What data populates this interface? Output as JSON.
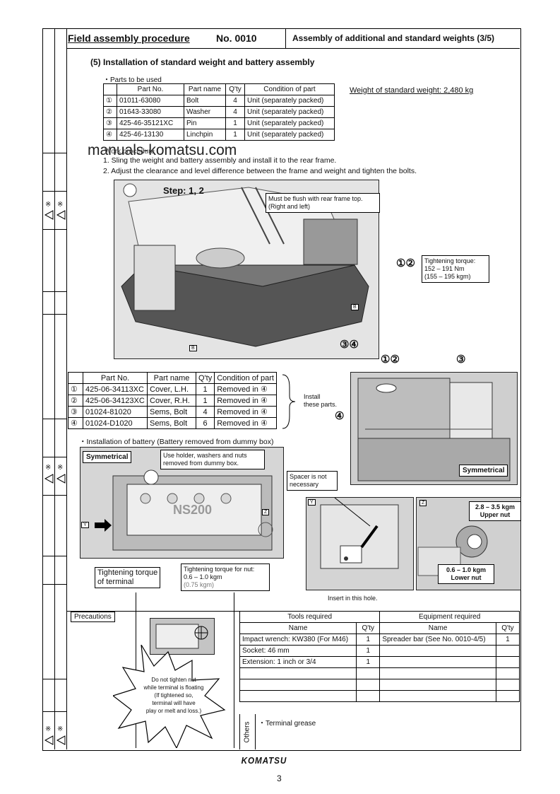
{
  "header": {
    "procedure": "Field assembly procedure",
    "number": "No. 0010",
    "subject": "Assembly of additional and standard weights (3/5)"
  },
  "section_title": "(5) Installation of standard weight and battery assembly",
  "parts_heading": "・Parts to be used",
  "parts_table": {
    "headers": [
      "",
      "Part No.",
      "Part name",
      "Q'ty",
      "Condition of part"
    ],
    "rows": [
      [
        "①",
        "01011-63080",
        "Bolt",
        "4",
        "Unit (separately packed)"
      ],
      [
        "②",
        "01643-33080",
        "Washer",
        "4",
        "Unit (separately packed)"
      ],
      [
        "③",
        "425-46-35121XC",
        "Pin",
        "1",
        "Unit (separately packed)"
      ],
      [
        "④",
        "425-46-13130",
        "Linchpin",
        "1",
        "Unit (separately packed)"
      ]
    ]
  },
  "standard_weight": "Weight of standard weight: 2,480 kg",
  "watermark": "manuals-komatsu.com",
  "work_heading": "Work procedure",
  "steps": [
    "1. Sling the weight and battery assembly and install it to the rear frame.",
    "2. Adjust the clearance and level difference between the frame and weight and tighten the bolts."
  ],
  "fig1": {
    "step_label": "Step: 1, 2",
    "flush_note": "Must be flush with rear frame top. (Right and left)",
    "mark_12": "①②",
    "torque_note": [
      "Tightening torque:",
      "152 – 191 Nm",
      "(155 – 195 kgm)"
    ],
    "mark_34": "③④",
    "tag_b": "B"
  },
  "cover_table": {
    "headers": [
      "",
      "Part No.",
      "Part name",
      "Q'ty",
      "Condition of part"
    ],
    "rows": [
      [
        "①",
        "425-06-34113XC",
        "Cover, L.H.",
        "1",
        "Removed in ④"
      ],
      [
        "②",
        "425-06-34123XC",
        "Cover, R.H.",
        "1",
        "Removed in ④"
      ],
      [
        "③",
        "01024-81020",
        "Sems, Bolt",
        "4",
        "Removed in ④"
      ],
      [
        "④",
        "01024-D1020",
        "Sems, Bolt",
        "6",
        "Removed in ④"
      ]
    ]
  },
  "install_note": [
    "Install",
    "these parts."
  ],
  "fig2": {
    "mark_12": "①②",
    "mark_3": "③",
    "mark_4": "④",
    "symmetrical": "Symmetrical"
  },
  "battery_heading": "・Installation of battery (Battery removed from dummy box)",
  "fig3": {
    "symmetrical": "Symmetrical",
    "holder_note": "Use holder, washers and nuts removed from dummy box.",
    "battery_text": "NS200",
    "tag_y": "Y",
    "tag_z": "Z"
  },
  "fig4": {
    "spacer_note": "Spacer is not necessary",
    "tag_y": "Y",
    "insert_note": "Insert in this hole."
  },
  "fig5": {
    "tag_z": "Z",
    "upper": [
      "2.8 – 3.5 kgm",
      "Upper nut"
    ],
    "lower": [
      "0.6 – 1.0 kgm",
      "Lower nut"
    ]
  },
  "terminal": {
    "label": [
      "Tightening torque",
      "of terminal"
    ],
    "note": [
      "Tightening torque for nut:",
      "0.6 – 1.0 kgm",
      "(0.75 kgm)"
    ],
    "burst": [
      "Do not tighten nut",
      "while terminal is floating",
      "(If tightened so,",
      "terminal will have",
      "play or melt and loss.)"
    ]
  },
  "precautions": "Precautions",
  "tools": {
    "header_tools": "Tools required",
    "header_equip": "Equipment required",
    "name": "Name",
    "qty": "Q'ty",
    "rows": [
      [
        "Impact wrench: KW380 (For M46)",
        "1",
        "Spreader bar (See No. 0010-4/5)",
        "1"
      ],
      [
        "Socket: 46 mm",
        "1",
        "",
        ""
      ],
      [
        "Extension: 1 inch or 3/4",
        "1",
        "",
        ""
      ],
      [
        "",
        "",
        "",
        ""
      ],
      [
        "",
        "",
        "",
        ""
      ],
      [
        "",
        "",
        "",
        ""
      ]
    ]
  },
  "others_label": "Others",
  "others_text": "・Terminal grease",
  "margin_mark": "※",
  "brand": "KOMATSU",
  "page_number": "3"
}
